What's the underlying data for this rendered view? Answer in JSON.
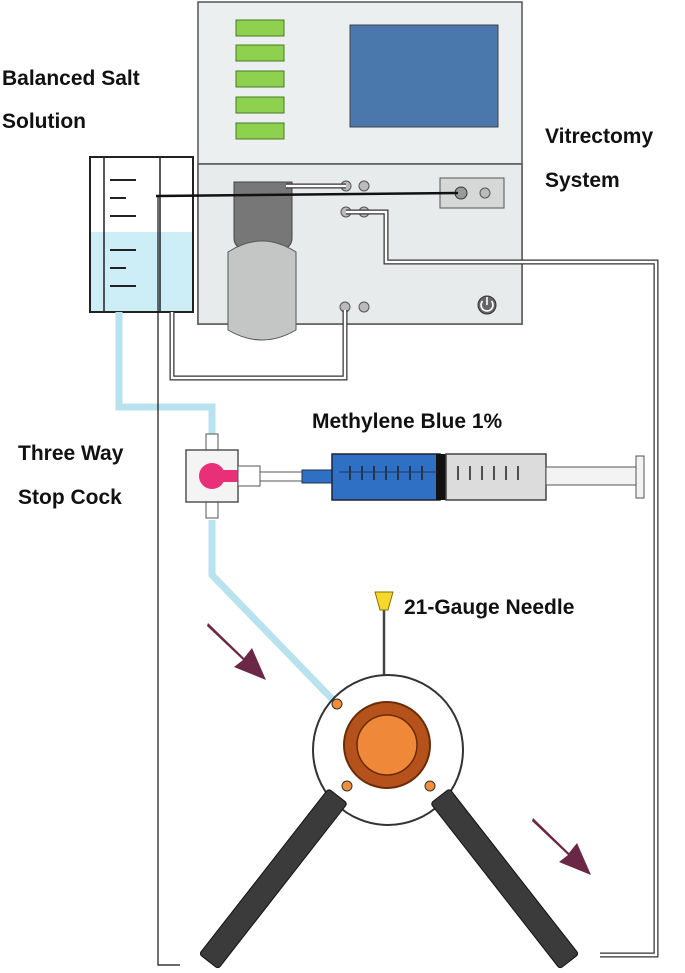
{
  "labels": {
    "bss_line1": "Balanced Salt",
    "bss_line2": "Solution",
    "vit_line1": "Vitrectomy",
    "vit_line2": "System",
    "stopcock_line1": "Three Way",
    "stopcock_line2": "Stop Cock",
    "methylene": "Methylene Blue 1%",
    "needle": "21-Gauge Needle"
  },
  "colors": {
    "panel_green": "#8dd14f",
    "screen_blue": "#4a78ad",
    "fluid": "#cdeef6",
    "tubing_fluid": "#b8e2ee",
    "stopcock_knob": "#ea2f79",
    "syringe_blue": "#2f6fc4",
    "orange_outer": "#b5521b",
    "orange_inner": "#f0883a",
    "needle_hub": "#f5d82b",
    "arrow": "#6b2746",
    "probe": "#3b3b3b"
  },
  "icons": {
    "power": "power-icon",
    "arrow1": "flow-arrow-icon",
    "arrow2": "flow-arrow-icon"
  }
}
